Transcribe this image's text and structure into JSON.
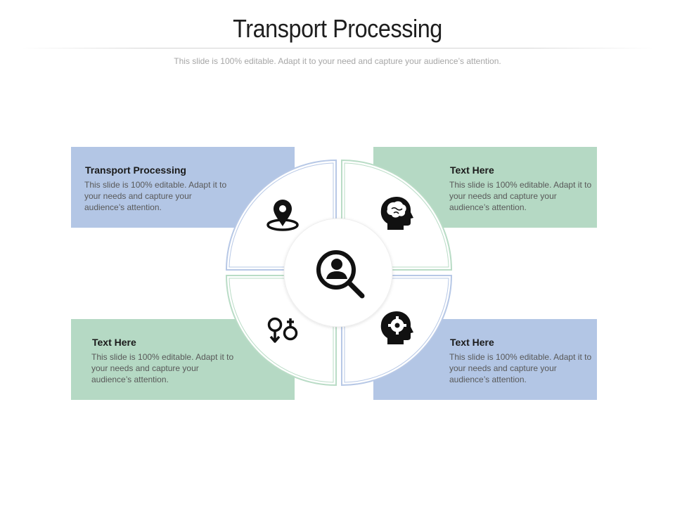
{
  "title": "Transport Processing",
  "subtitle": "This slide is 100% editable. Adapt it to your need and capture your audience’s attention.",
  "items": [
    {
      "heading": "Transport Processing",
      "text": "This slide is 100% editable. Adapt it to your needs and capture your audience’s attention.",
      "icon": "location-pin-icon"
    },
    {
      "heading": "Text Here",
      "text": "This slide is 100% editable. Adapt it to your needs and capture your audience’s attention.",
      "icon": "brain-head-icon"
    },
    {
      "heading": "Text Here",
      "text": "This slide is 100% editable. Adapt it to your needs and capture your audience’s attention.",
      "icon": "gender-symbols-icon"
    },
    {
      "heading": "Text Here",
      "text": "This slide is 100% editable. Adapt it to your needs and capture your audience’s attention.",
      "icon": "gear-head-icon"
    }
  ],
  "center_icon": "user-search-icon",
  "colors": {
    "blue": "#b3c6e5",
    "green": "#b5d9c4",
    "outline_blue": "#b7c8e6",
    "outline_green": "#b9dcc6"
  }
}
